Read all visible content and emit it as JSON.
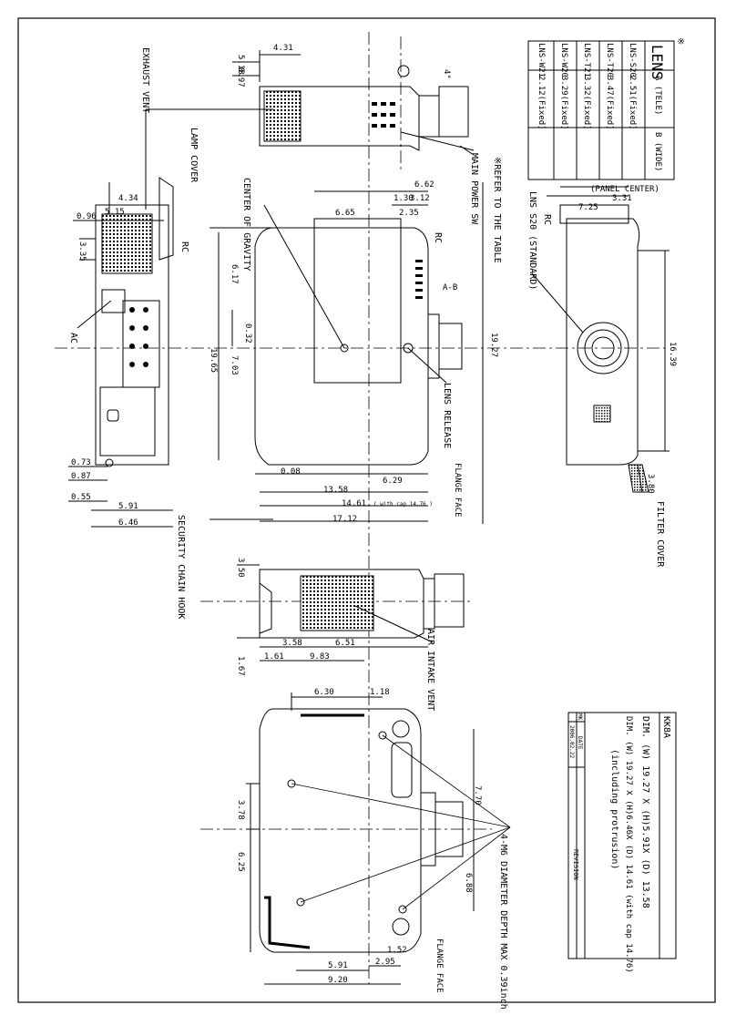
{
  "lens_table": {
    "mark": "※",
    "title": "LENS",
    "col_a": "A (TELE)",
    "col_b": "B (WIDE)",
    "rows": [
      {
        "model": "LNS-S20",
        "a": "2.51(Fixed)",
        "b": ""
      },
      {
        "model": "LNS-T20",
        "a": "3.47(Fixed)",
        "b": ""
      },
      {
        "model": "LNS-T21",
        "a": "3.32(Fixed)",
        "b": ""
      },
      {
        "model": "LNS-W20",
        "a": "3.29(Fixed)",
        "b": ""
      },
      {
        "model": "LNS-W21",
        "a": "2.12(Fixed)",
        "b": ""
      }
    ]
  },
  "labels": {
    "exhaust_vent": "EXHAUST VENT",
    "lamp_cover": "LAMP COVER",
    "rc_top": "RC",
    "rc_mid": "RC",
    "rc_right": "RC",
    "ac": "AC",
    "security_chain_hook": "SECURITY CHAIN HOOK",
    "center_of_gravity": "CENTER OF GRAVITY",
    "main_power_sw": "MAIN POWER SW",
    "refer_to_table": "※REFER TO THE TABLE",
    "lens_release": "LENS RELEASE",
    "lens_standard": "LNS S20 (STANDARD)",
    "panel_center": "(PANEL CENTER)",
    "filter_cover": "FILTER COVER",
    "flange_face_top": "FLANGE FACE",
    "flange_face_bottom": "FLANGE FACE",
    "air_intake_vent": "AIR INTAKE VENT",
    "m6_holes": "4-M6 DIAMETER DEPTH MAX 0.39inch",
    "ab": "A-B",
    "with_cap": "( with cap 14.76 )"
  },
  "dims": {
    "d431": "4.31",
    "d097": "0.97",
    "d518": "5.18",
    "d4deg": "4°",
    "d096": "0.96",
    "d515": "5.15",
    "d434": "4.34",
    "d335": "3.35",
    "d073": "0.73",
    "d087": "0.87",
    "d055": "0.55",
    "d591a": "5.91",
    "d646": "6.46",
    "d662": "6.62",
    "d130": "1.30",
    "d312": "3.12",
    "d665": "6.65",
    "d235": "2.35",
    "d617": "6.17",
    "d032": "0.32",
    "d703": "7.03",
    "d1965": "19.65",
    "d1927a": "19.27",
    "d008": "0.08",
    "d629": "6.29",
    "d1358": "13.58",
    "d1461": "14.61",
    "d1712": "17.12",
    "d725": "7.25",
    "d331": "3.31",
    "d1639": "16.39",
    "d380": "3.80",
    "d350": "3.50",
    "d358": "3.58",
    "d651": "6.51",
    "d161": "1.61",
    "d983": "9.83",
    "d167": "1.67",
    "d630": "6.30",
    "d118": "1.18",
    "d770": "7.70",
    "d378": "3.78",
    "d625": "6.25",
    "d688": "6.88",
    "d152": "1.52",
    "d591b": "5.91",
    "d295": "2.95",
    "d920": "9.20"
  },
  "title_block": {
    "model": "KK8A",
    "line1": "DIM. (W) 19.27 X (H)5.91X (D) 13.58",
    "line2": "DIM. (W) 19.27 X (H)6.46X (D) 14.61 (with cap 14.76)",
    "line3": "(including protrusion)",
    "mk": "MK",
    "date_label": "DATE",
    "date_value": "2006.02.22",
    "revision": "REVISION"
  }
}
